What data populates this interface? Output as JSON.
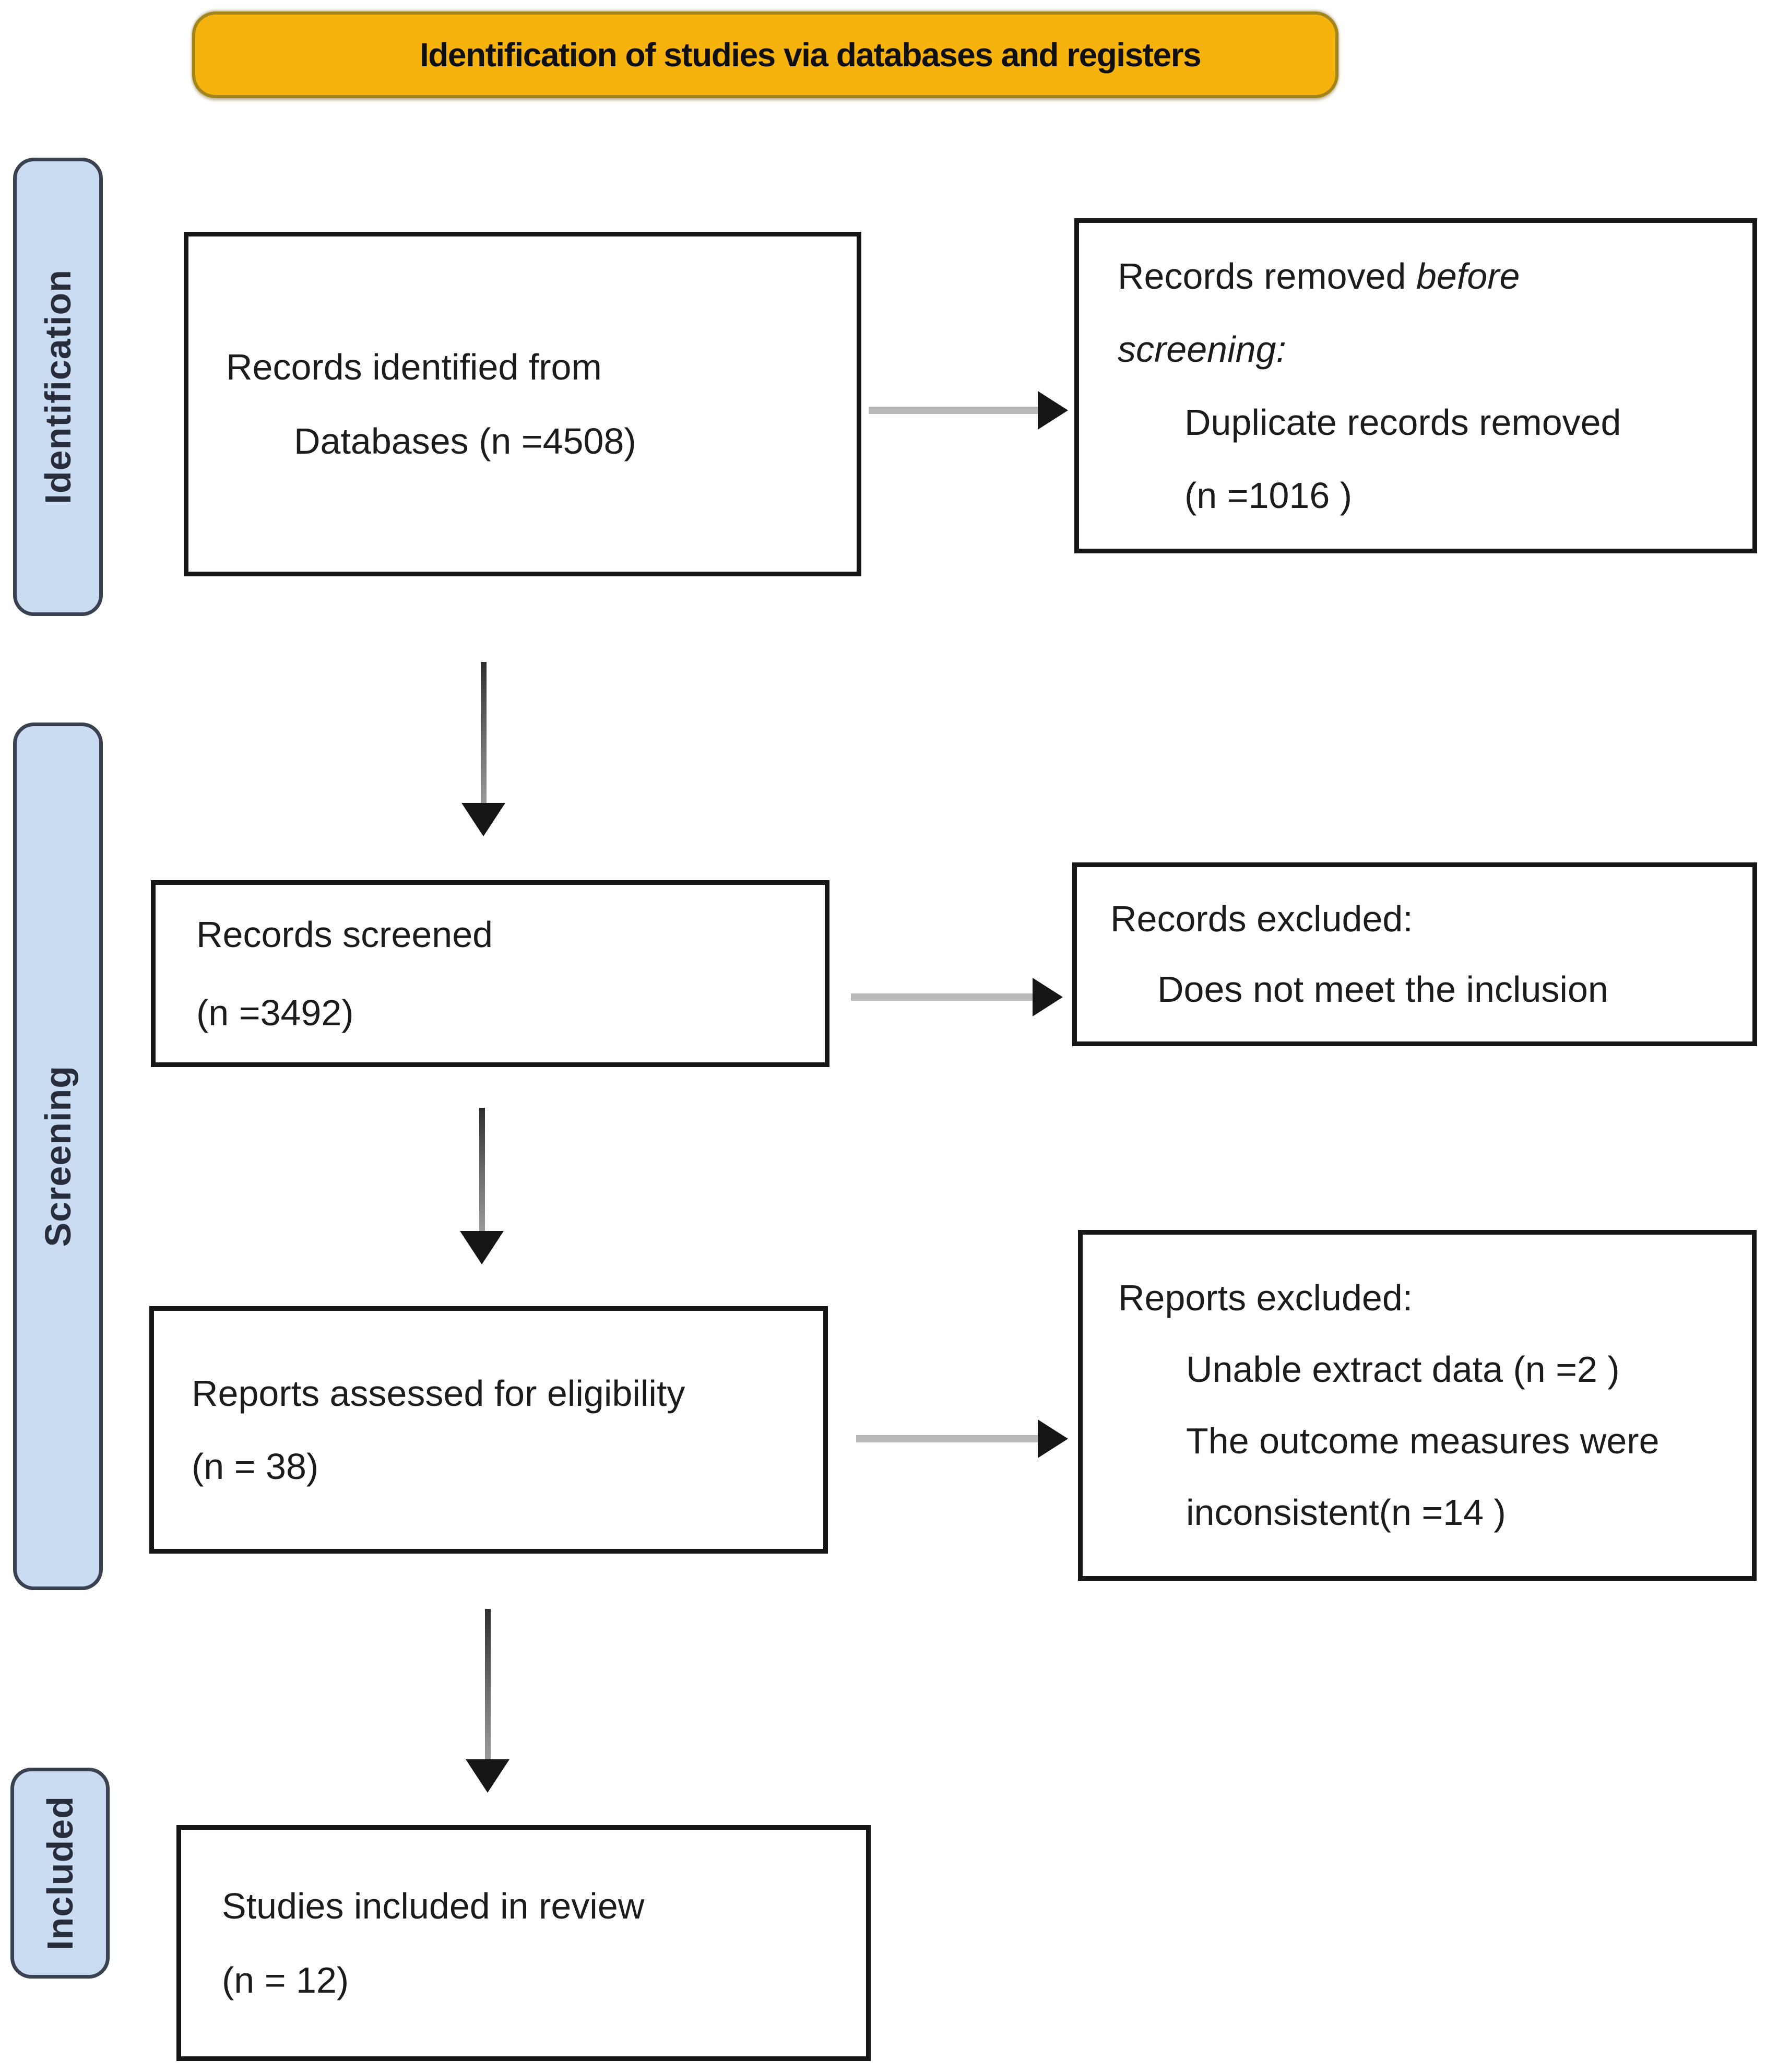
{
  "banner": {
    "title": "Identification of studies via databases and registers"
  },
  "stages": [
    {
      "label": "Identification"
    },
    {
      "label": "Screening"
    },
    {
      "label": "Included"
    }
  ],
  "boxes": {
    "identified": {
      "line1": "Records identified from",
      "line2": "Databases (n =4508)"
    },
    "removed": {
      "line1_normal": "Records removed ",
      "line1_italic": "before",
      "line2_italic": "screening:",
      "item1": "Duplicate records removed",
      "item2": "(n =1016 )"
    },
    "screened": {
      "line1": "Records screened",
      "line2": "(n =3492)"
    },
    "records_excluded": {
      "line1": "Records excluded:",
      "item1": "Does not meet the inclusion"
    },
    "assessed": {
      "line1": "Reports assessed for eligibility",
      "line2": "(n = 38)"
    },
    "reports_excluded": {
      "line1": "Reports excluded:",
      "item1": "Unable extract data (n =2 )",
      "item2": "The outcome measures were",
      "item3": "inconsistent(n =14 )"
    },
    "included": {
      "line1": "Studies included in review",
      "line2": "(n = 12)"
    }
  },
  "colors": {
    "banner_bg": "#F7B30D",
    "stage_bg": "#CADCF2",
    "stage_border": "#3A4150",
    "box_border": "#161616",
    "arrow_shaft_horizontal": "#B9B9B9",
    "arrow_shaft_vertical": "#555555",
    "arrow_head": "#161616"
  }
}
